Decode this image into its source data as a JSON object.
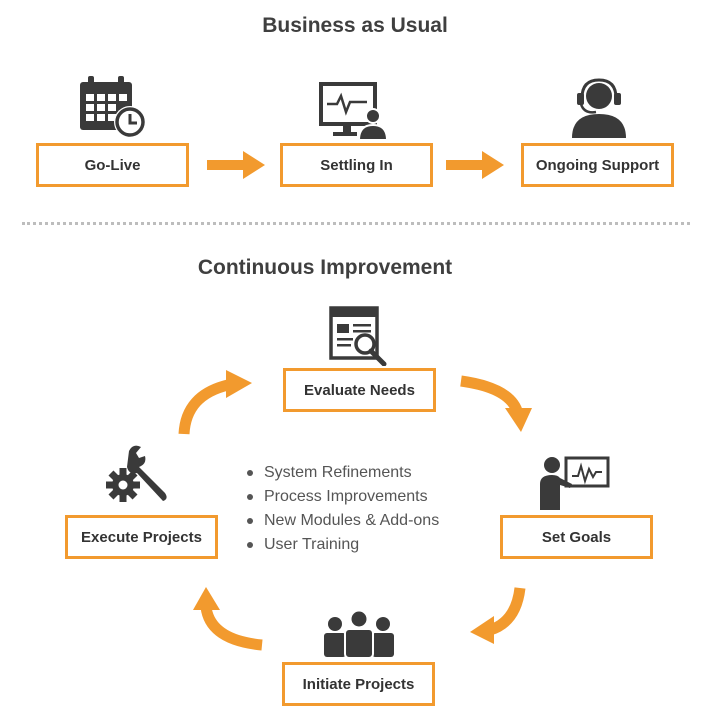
{
  "business_as_usual": {
    "title": "Business as Usual",
    "steps": [
      "Go-Live",
      "Settling In",
      "Ongoing Support"
    ]
  },
  "continuous_improvement": {
    "title": "Continuous Improvement",
    "steps": [
      "Evaluate Needs",
      "Set Goals",
      "Initiate Projects",
      "Execute Projects"
    ],
    "bullets": [
      "System Refinements",
      "Process Improvements",
      "New Modules & Add-ons",
      "User Training"
    ]
  },
  "colors": {
    "accent": "#f29a2e",
    "icon": "#3a3a3a",
    "text": "#333333"
  },
  "icons": [
    "calendar-clock-icon",
    "monitor-user-icon",
    "headset-user-icon",
    "document-search-icon",
    "presenter-chart-icon",
    "team-icon",
    "wrench-gear-icon"
  ]
}
